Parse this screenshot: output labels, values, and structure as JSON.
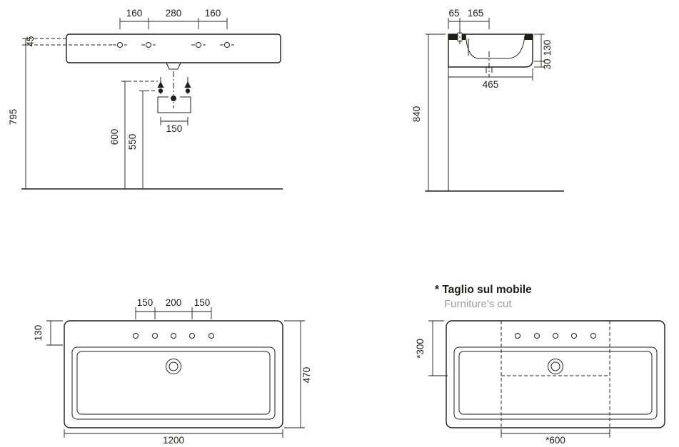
{
  "drawing": {
    "ink_color": "#1d1d1b",
    "muted_color": "#9d9d9c"
  },
  "front_view": {
    "dim_top_left": "160",
    "dim_top_center": "280",
    "dim_top_right": "160",
    "dim_rim_to_holes": "45",
    "dim_floor_to_holes": "795",
    "dim_floor_to_bracket": "600",
    "dim_floor_to_drain": "550",
    "dim_bolt_spacing": "150"
  },
  "side_view": {
    "dim_wall_to_holes": "65",
    "dim_holes_to_drain": "165",
    "dim_basin_height": "130",
    "dim_front_lip": "30",
    "dim_bottom_depth": "465",
    "dim_floor_to_rim": "840"
  },
  "plan_view": {
    "dim_holes_left": "150",
    "dim_holes_center": "200",
    "dim_holes_right": "150",
    "dim_front_to_holes": "130",
    "dim_depth": "470",
    "dim_width": "1200"
  },
  "cut_view": {
    "note_primary": "* Taglio sul mobile",
    "note_secondary": "Furniture's cut",
    "dim_cut_depth": "*300",
    "dim_cut_width": "*600"
  }
}
